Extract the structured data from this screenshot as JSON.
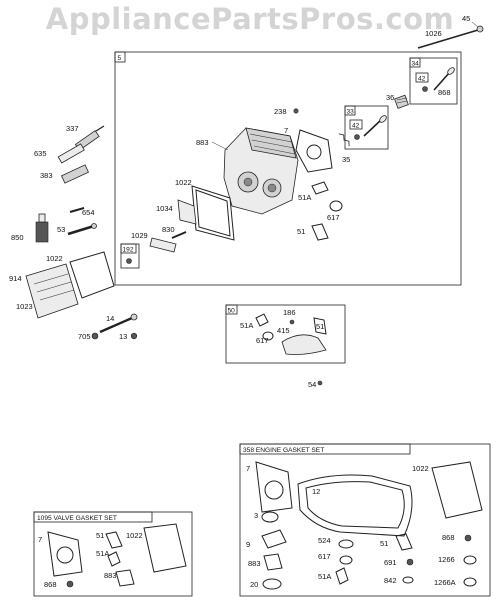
{
  "watermark": "AppliancePartsPros.com",
  "groups": {
    "head_assembly": "5",
    "valve_intake": "34",
    "valve_exhaust": "33",
    "breather_small": "192",
    "breather_cover": "50"
  },
  "kits": {
    "engine_gasket_set": "358 ENGINE GASKET SET",
    "valve_gasket_set": "1095 VALVE GASKET SET"
  },
  "labels": {
    "p45": "45",
    "p1026": "1026",
    "p337": "337",
    "p635": "635",
    "p383": "383",
    "p850": "850",
    "p654": "654",
    "p53": "53",
    "p1022a": "1022",
    "p914": "914",
    "p1023": "1023",
    "p14": "14",
    "p705": "705",
    "p13": "13",
    "p238": "238",
    "p883a": "883",
    "p7a": "7",
    "p35": "35",
    "p1022b": "1022",
    "p1034": "1034",
    "p1029": "1029",
    "p830": "830",
    "p51Aa": "51A",
    "p617a": "617",
    "p51a": "51",
    "p36": "36",
    "p42a": "42",
    "p868a": "868",
    "p42b": "42",
    "p51Ab": "51A",
    "p186": "186",
    "p415": "415",
    "p51b": "51",
    "p617b": "617",
    "p54": "54",
    "g7": "7",
    "g1022": "1022",
    "g12": "12",
    "g3": "3",
    "g9": "9",
    "g883": "883",
    "g20": "20",
    "g524": "524",
    "g617": "617",
    "g51A": "51A",
    "g51": "51",
    "g691": "691",
    "g842": "842",
    "g868": "868",
    "g1266": "1266",
    "g1266A": "1266A",
    "v7": "7",
    "v51": "51",
    "v1022": "1022",
    "v51A": "51A",
    "v883": "883",
    "v868": "868"
  }
}
